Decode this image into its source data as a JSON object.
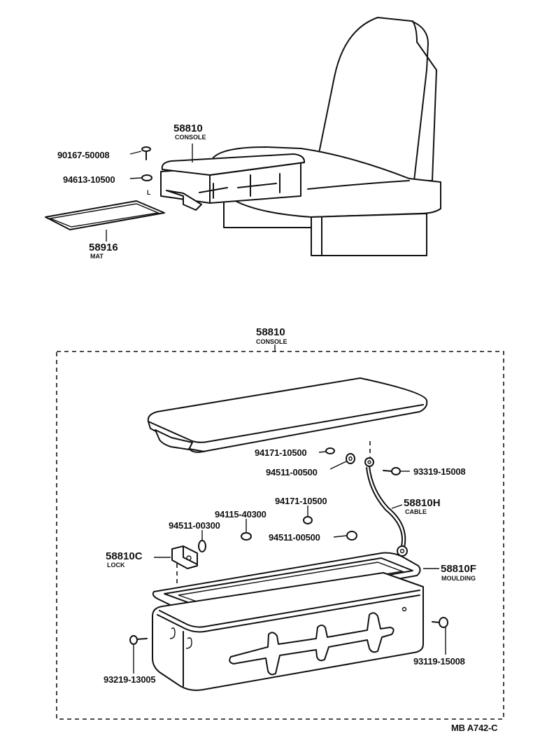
{
  "diagram": {
    "drawing_code": "MB A742-C",
    "upper_view": {
      "parts": [
        {
          "number": "58810",
          "name": "CONSOLE"
        },
        {
          "number": "90167-50008",
          "name": ""
        },
        {
          "number": "94613-10500",
          "name": ""
        },
        {
          "number": "58916",
          "name": "MAT"
        }
      ],
      "marker": "L"
    },
    "detail_view": {
      "header": {
        "number": "58810",
        "name": "CONSOLE"
      },
      "parts": [
        {
          "number": "94171-10500",
          "name": ""
        },
        {
          "number": "94511-00500",
          "name": ""
        },
        {
          "number": "93319-15008",
          "name": ""
        },
        {
          "number": "58810H",
          "name": "CABLE"
        },
        {
          "number": "94171-10500",
          "name": ""
        },
        {
          "number": "94115-40300",
          "name": ""
        },
        {
          "number": "94511-00300",
          "name": ""
        },
        {
          "number": "94511-00500",
          "name": ""
        },
        {
          "number": "58810C",
          "name": "LOCK"
        },
        {
          "number": "58810F",
          "name": "MOULDING"
        },
        {
          "number": "93119-15008",
          "name": ""
        },
        {
          "number": "93219-13005",
          "name": ""
        }
      ]
    }
  }
}
